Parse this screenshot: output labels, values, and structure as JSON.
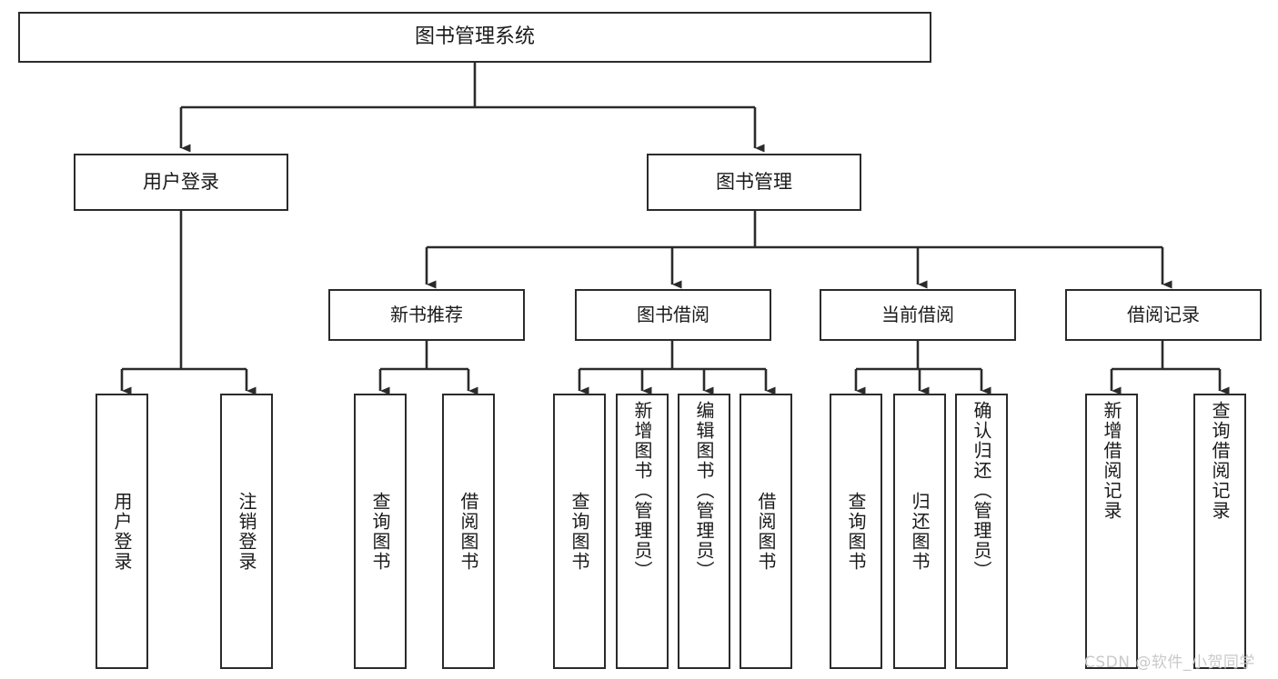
{
  "diagram": {
    "title": "图书管理系统",
    "watermark": "CSDN @软件_小贺同学",
    "edge_color": "#2b2b2b",
    "box_border_color": "#2b2b2b",
    "background_color": "#ffffff",
    "text_color": "#1a1a1a"
  },
  "nodes": {
    "root": {
      "label": "图书管理系统"
    },
    "level2": [
      {
        "label": "用户登录"
      },
      {
        "label": "图书管理"
      }
    ],
    "level3": [
      {
        "label": "新书推荐"
      },
      {
        "label": "图书借阅"
      },
      {
        "label": "当前借阅"
      },
      {
        "label": "借阅记录"
      }
    ],
    "leaves": {
      "user_login": [
        {
          "label": "用户登录"
        },
        {
          "label": "注销登录"
        }
      ],
      "new_book_recommend": [
        {
          "label": "查询图书"
        },
        {
          "label": "借阅图书"
        }
      ],
      "book_borrow": [
        {
          "label": "查询图书"
        },
        {
          "label": "新增图书（管理员）"
        },
        {
          "label": "编辑图书（管理员）"
        },
        {
          "label": "借阅图书"
        }
      ],
      "current_borrow": [
        {
          "label": "查询图书"
        },
        {
          "label": "归还图书"
        },
        {
          "label": "确认归还（管理员）"
        }
      ],
      "borrow_record": [
        {
          "label": "新增借阅记录"
        },
        {
          "label": "查询借阅记录"
        }
      ]
    }
  }
}
